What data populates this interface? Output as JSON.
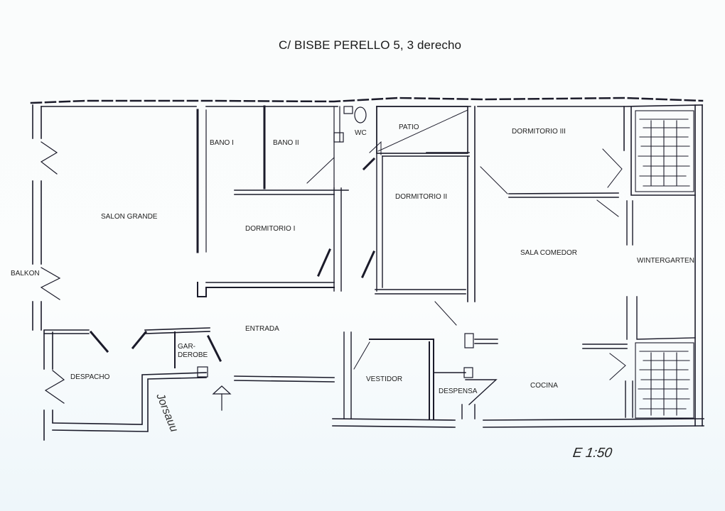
{
  "document": {
    "title": "C/ BISBE PERELLO 5, 3 derecho",
    "scale": "E 1:50",
    "handwritten_note": "Jorsauu"
  },
  "rooms": [
    {
      "id": "salon-grande",
      "label": "SALON GRANDE"
    },
    {
      "id": "balkon",
      "label": "BALKON"
    },
    {
      "id": "bano-1",
      "label": "BANO I"
    },
    {
      "id": "bano-2",
      "label": "BANO II"
    },
    {
      "id": "wc",
      "label": "WC"
    },
    {
      "id": "patio",
      "label": "PATIO"
    },
    {
      "id": "dormitorio-1",
      "label": "DORMITORIO I"
    },
    {
      "id": "dormitorio-2",
      "label": "DORMITORIO II"
    },
    {
      "id": "dormitorio-3",
      "label": "DORMITORIO III"
    },
    {
      "id": "sala-comedor",
      "label": "SALA COMEDOR"
    },
    {
      "id": "wintergarten",
      "label": "WINTERGARTEN"
    },
    {
      "id": "entrada",
      "label": "ENTRADA"
    },
    {
      "id": "garderobe-1",
      "label": "GAR-"
    },
    {
      "id": "garderobe-2",
      "label": "DEROBE"
    },
    {
      "id": "despacho",
      "label": "DESPACHO"
    },
    {
      "id": "vestidor",
      "label": "VESTIDOR"
    },
    {
      "id": "despensa",
      "label": "DESPENSA"
    },
    {
      "id": "cocina",
      "label": "COCINA"
    }
  ],
  "colors": {
    "wall": "#1b1b2a",
    "paper": "#fbfdfd",
    "tint": "#e6f1f8"
  }
}
